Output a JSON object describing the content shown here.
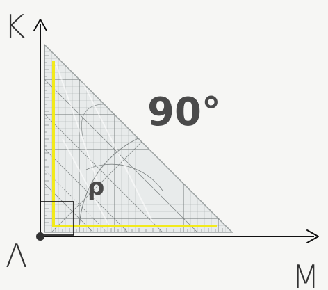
{
  "diagram": {
    "vertex_label": "Λ",
    "vertical_axis_label": "K",
    "horizontal_axis_label": "M",
    "angle_text": "90°",
    "symbol_text": "ρ",
    "colors": {
      "background": "#f6f6f4",
      "axis": "#111111",
      "highlight": "#f2ea1c",
      "text": "#4a4a4a",
      "ruler_fill": "#e9ecec",
      "grid": "#8a8f8f"
    },
    "angle_degrees": 90
  }
}
